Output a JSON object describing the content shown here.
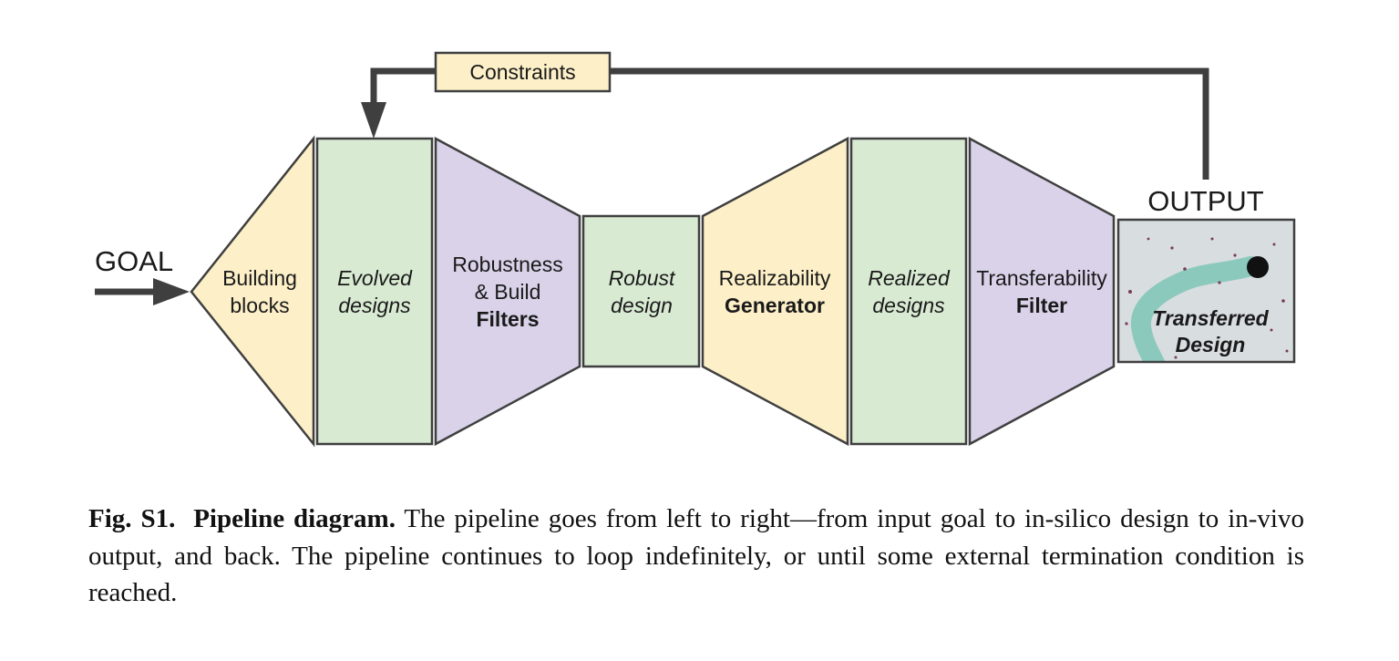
{
  "colors": {
    "yellow": "#fdf0c8",
    "green": "#d9ead3",
    "purple": "#d9d2e9",
    "stroke": "#3f3f3f",
    "teal": "#8cc9bd",
    "photo_bg": "#d8dde0"
  },
  "diagram": {
    "goal_label": "GOAL",
    "output_label": "OUTPUT",
    "constraints_label": "Constraints",
    "stages": [
      {
        "kind": "yellow",
        "lines": [
          {
            "text": "Building",
            "style": "normal"
          },
          {
            "text": "blocks",
            "style": "normal"
          }
        ]
      },
      {
        "kind": "green",
        "lines": [
          {
            "text": "Evolved",
            "style": "italic"
          },
          {
            "text": "designs",
            "style": "italic"
          }
        ]
      },
      {
        "kind": "purple",
        "lines": [
          {
            "text": "Robustness",
            "style": "normal"
          },
          {
            "text": "& Build",
            "style": "normal"
          },
          {
            "text": "Filters",
            "style": "bold"
          }
        ]
      },
      {
        "kind": "green",
        "lines": [
          {
            "text": "Robust",
            "style": "italic"
          },
          {
            "text": "design",
            "style": "italic"
          }
        ]
      },
      {
        "kind": "yellow",
        "lines": [
          {
            "text": "Realizability",
            "style": "normal"
          },
          {
            "text": "Generator",
            "style": "bold"
          }
        ]
      },
      {
        "kind": "green",
        "lines": [
          {
            "text": "Realized",
            "style": "italic"
          },
          {
            "text": "designs",
            "style": "italic"
          }
        ]
      },
      {
        "kind": "purple",
        "lines": [
          {
            "text": "Transferability",
            "style": "normal"
          },
          {
            "text": "Filter",
            "style": "bold"
          }
        ]
      }
    ],
    "output_image_lines": [
      "Transferred",
      "Design"
    ]
  },
  "caption": {
    "label": "Fig. S1.",
    "title": "Pipeline diagram.",
    "text": "The pipeline goes from left to right—from input goal to in-silico design to in-vivo output, and back. The pipeline continues to loop indefinitely, or until some external termination condition is reached."
  }
}
